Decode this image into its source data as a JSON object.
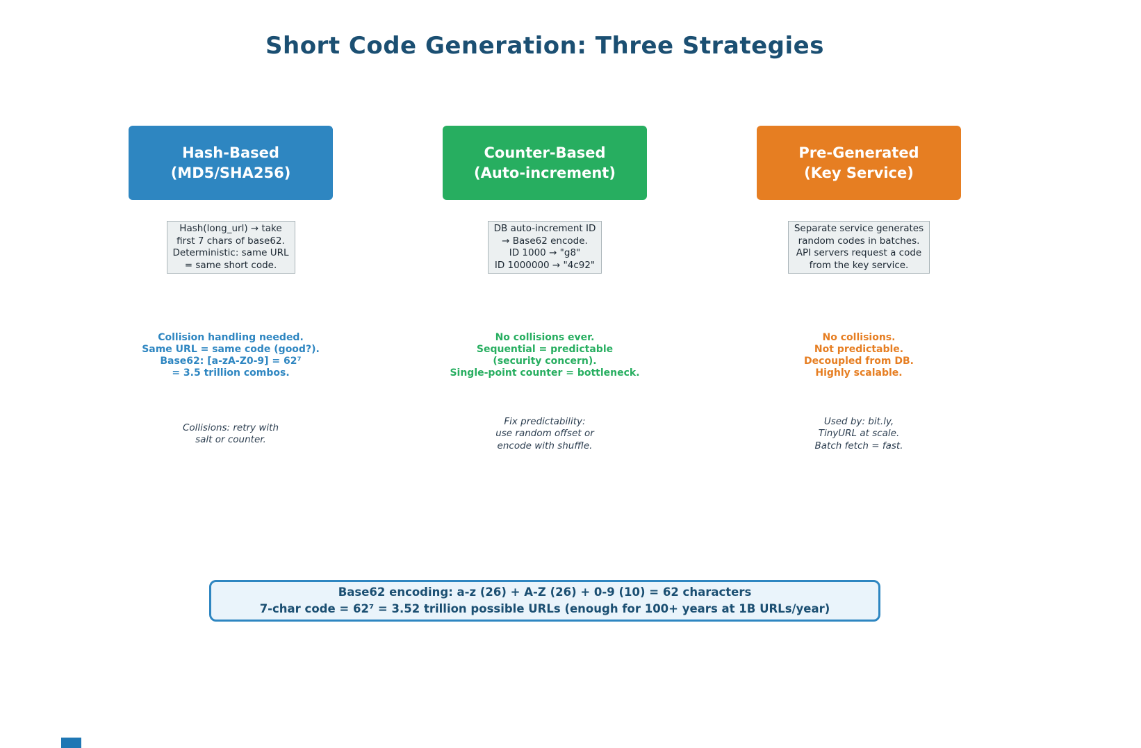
{
  "title": "Short Code Generation: Three Strategies",
  "columns": [
    {
      "id": "hash-based",
      "header": "Hash-Based\n(MD5/SHA256)",
      "header_color": "#2E86C1",
      "description": "Hash(long_url) → take\nfirst 7 chars of base62.\nDeterministic: same URL\n= same short code.",
      "points": "Collision handling needed.\nSame URL = same code (good?).\nBase62: [a-zA-Z0-9] = 62⁷\n= 3.5 trillion combos.",
      "note": "Collisions: retry with\nsalt or counter."
    },
    {
      "id": "counter-based",
      "header": "Counter-Based\n(Auto-increment)",
      "header_color": "#27AE60",
      "description": "DB auto-increment ID\n→ Base62 encode.\nID 1000 → \"g8\"\nID 1000000 → \"4c92\"",
      "points": "No collisions ever.\nSequential = predictable\n(security concern).\nSingle-point counter = bottleneck.",
      "note": "Fix predictability:\nuse random offset or\nencode with shuffle."
    },
    {
      "id": "pre-generated",
      "header": "Pre-Generated\n(Key Service)",
      "header_color": "#E67E22",
      "description": "Separate service generates\nrandom codes in batches.\nAPI servers request a code\nfrom the key service.",
      "points": "No collisions.\nNot predictable.\nDecoupled from DB.\nHighly scalable.",
      "note": "Used by: bit.ly,\nTinyURL at scale.\nBatch fetch = fast."
    }
  ],
  "footer": {
    "line1": "Base62 encoding: a-z (26) + A-Z (26) + 0-9 (10) = 62 characters",
    "line2": "7-char code = 62⁷ = 3.52 trillion possible URLs (enough for 100+ years at 1B URLs/year)"
  },
  "colors": {
    "title_text": "#1B4F72",
    "hash_blue": "#2E86C1",
    "counter_green": "#27AE60",
    "pregen_orange": "#E67E22",
    "description_box_bg": "#ECF0F1",
    "description_box_border": "#A9B4B8",
    "note_text": "#2C3E50",
    "footer_bg": "#EAF4FB",
    "footer_border": "#2E86C1",
    "footer_text": "#1B4F72",
    "corner_mark_blue": "#1F77B4"
  }
}
